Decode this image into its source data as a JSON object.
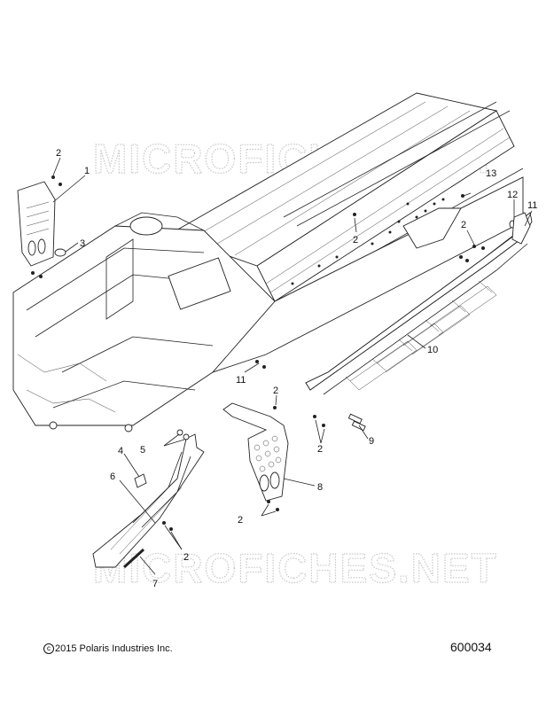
{
  "watermark": "MICROFICHES.NET",
  "callouts": {
    "c1": "1",
    "c2a": "2",
    "c3": "3",
    "c2b": "2",
    "c11a": "11",
    "c2c": "2",
    "c13": "13",
    "c12": "12",
    "c11b": "11",
    "c2d": "2",
    "c10": "10",
    "c9": "9",
    "c2e": "2",
    "c8": "8",
    "c2f": "2",
    "c4": "4",
    "c5": "5",
    "c6": "6",
    "c2g": "2",
    "c7": "7"
  },
  "footer": {
    "copyright_symbol": "c",
    "copyright": "2015 Polaris Industries Inc.",
    "diagram_id": "600034"
  }
}
